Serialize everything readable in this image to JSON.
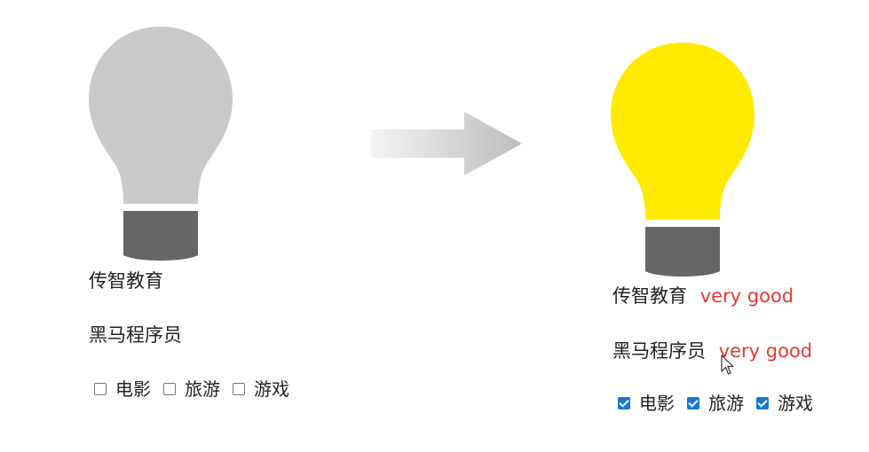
{
  "left": {
    "bulb_icon": "lightbulb-off-icon",
    "bulb_color": "#c9c9c9",
    "base_color": "#666666",
    "line1": "传智教育",
    "line2": "黑马程序员",
    "checkboxes": [
      {
        "label": "电影",
        "checked": false
      },
      {
        "label": "旅游",
        "checked": false
      },
      {
        "label": "游戏",
        "checked": false
      }
    ]
  },
  "right": {
    "bulb_icon": "lightbulb-on-icon",
    "bulb_color": "#ffea00",
    "base_color": "#666666",
    "line1": "传智教育",
    "line1_extra": "very good",
    "line2": "黑马程序员",
    "line2_extra": "very good",
    "checkboxes": [
      {
        "label": "电影",
        "checked": true
      },
      {
        "label": "旅游",
        "checked": true
      },
      {
        "label": "游戏",
        "checked": true
      }
    ]
  },
  "arrow_icon": "arrow-right-icon",
  "cursor_icon": "mouse-cursor-icon",
  "accent_colors": {
    "extra_text": "#e53935",
    "checkbox": "#1976d2"
  }
}
